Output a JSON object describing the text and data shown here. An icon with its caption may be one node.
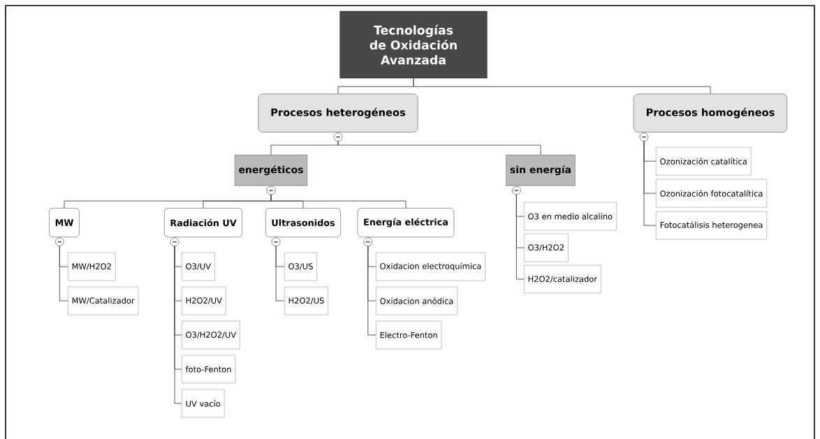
{
  "diagram": {
    "nodes": [
      {
        "text": [
          "Tecnologías de Oxidación Avanzada"
        ]
      },
      {
        "text": [
          "Procesos heterogéneos"
        ]
      },
      {
        "text": [
          "Procesos homogéneos"
        ]
      },
      {
        "text": [
          "Ozonización catalítica"
        ]
      },
      {
        "text": [
          "Ozonización fotocatalítica"
        ]
      },
      {
        "text": [
          "Fotocatálisis heterogenea"
        ]
      },
      {
        "text": [
          "energéticos"
        ]
      },
      {
        "text": [
          "sin energía"
        ]
      },
      {
        "text": [
          "O3 en medio alcalino"
        ]
      },
      {
        "text": [
          "O3/H2O2"
        ]
      },
      {
        "text": [
          "H2O2/catalizador"
        ]
      },
      {
        "text": [
          "MW"
        ]
      },
      {
        "text": [
          "Radiación UV"
        ]
      },
      {
        "text": [
          "Ultrasonidos"
        ]
      },
      {
        "text": [
          "Energía eléctrica"
        ]
      },
      {
        "text": [
          "MW/H2O2"
        ]
      },
      {
        "text": [
          "MW/Catalizador"
        ]
      },
      {
        "text": [
          "O3/UV"
        ]
      },
      {
        "text": [
          "H2O2/UV"
        ]
      },
      {
        "text": [
          "O3/H2O2/UV"
        ]
      },
      {
        "text": [
          "foto-Fenton"
        ]
      },
      {
        "text": [
          "UV vacío"
        ]
      },
      {
        "text": [
          "O3/US"
        ]
      },
      {
        "text": [
          "H2O2/US"
        ]
      },
      {
        "text": [
          "Oxidacion electroquímica"
        ]
      },
      {
        "text": [
          "Oxidacion anódica"
        ]
      },
      {
        "text": [
          "Electro-Fenton"
        ]
      }
    ],
    "edges": [
      {
        "from": 0,
        "to": 1,
        "arrow": "none"
      },
      {
        "from": 0,
        "to": 2,
        "arrow": "none"
      },
      {
        "from": 2,
        "to": 3,
        "arrow": "none"
      },
      {
        "from": 2,
        "to": 4,
        "arrow": "none"
      },
      {
        "from": 2,
        "to": 5,
        "arrow": "none"
      },
      {
        "from": 1,
        "to": 6,
        "arrow": "none"
      },
      {
        "from": 1,
        "to": 7,
        "arrow": "none"
      },
      {
        "from": 7,
        "to": 8,
        "arrow": "none"
      },
      {
        "from": 7,
        "to": 9,
        "arrow": "none"
      },
      {
        "from": 7,
        "to": 10,
        "arrow": "none"
      },
      {
        "from": 6,
        "to": 11,
        "arrow": "none"
      },
      {
        "from": 6,
        "to": 12,
        "arrow": "none"
      },
      {
        "from": 6,
        "to": 13,
        "arrow": "none"
      },
      {
        "from": 6,
        "to": 14,
        "arrow": "none"
      },
      {
        "from": 11,
        "to": 15,
        "arrow": "none"
      },
      {
        "from": 11,
        "to": 16,
        "arrow": "none"
      },
      {
        "from": 12,
        "to": 17,
        "arrow": "none"
      },
      {
        "from": 12,
        "to": 18,
        "arrow": "none"
      },
      {
        "from": 12,
        "to": 19,
        "arrow": "none"
      },
      {
        "from": 12,
        "to": 20,
        "arrow": "none"
      },
      {
        "from": 12,
        "to": 21,
        "arrow": "none"
      },
      {
        "from": 13,
        "to": 22,
        "arrow": "none"
      },
      {
        "from": 13,
        "to": 23,
        "arrow": "none"
      },
      {
        "from": 14,
        "to": 24,
        "arrow": "none"
      },
      {
        "from": 14,
        "to": 25,
        "arrow": "none"
      },
      {
        "from": 14,
        "to": 26,
        "arrow": "none"
      }
    ]
  }
}
